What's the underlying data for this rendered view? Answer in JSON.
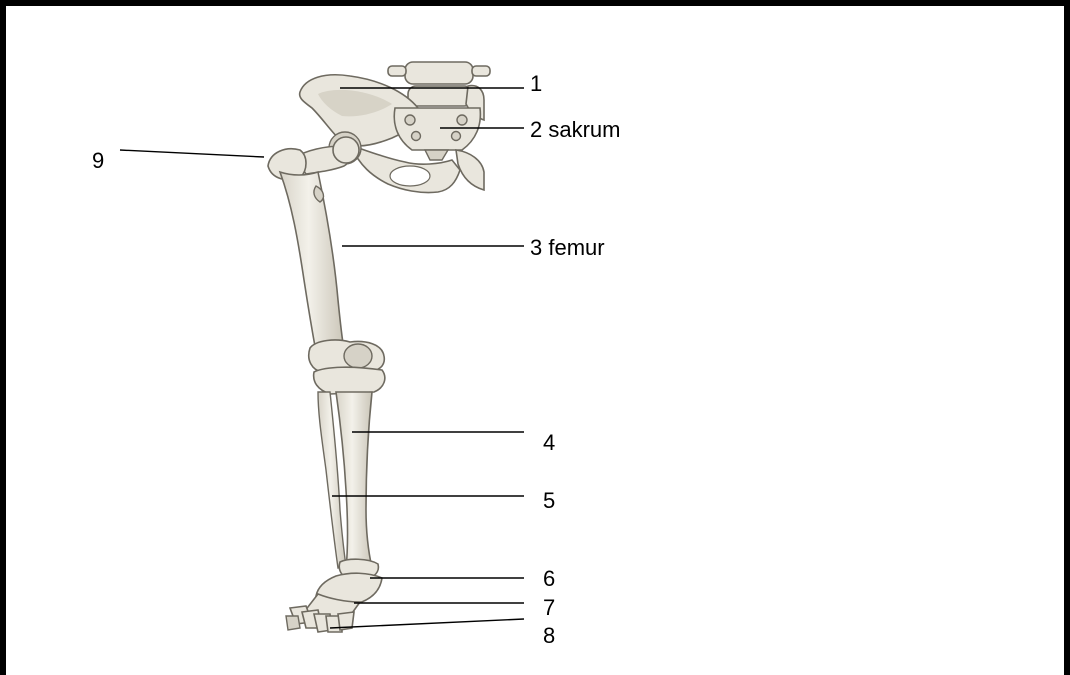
{
  "labels": {
    "l1": "1",
    "l2": "2 sakrum",
    "l3": "3 femur",
    "l4": "4",
    "l5": "5",
    "l6": "6",
    "l7": "7",
    "l8": "8",
    "l9": "9"
  },
  "colors": {
    "bone": "#e9e6dd",
    "bone_outline": "#6e6a60",
    "border": "#000000"
  }
}
